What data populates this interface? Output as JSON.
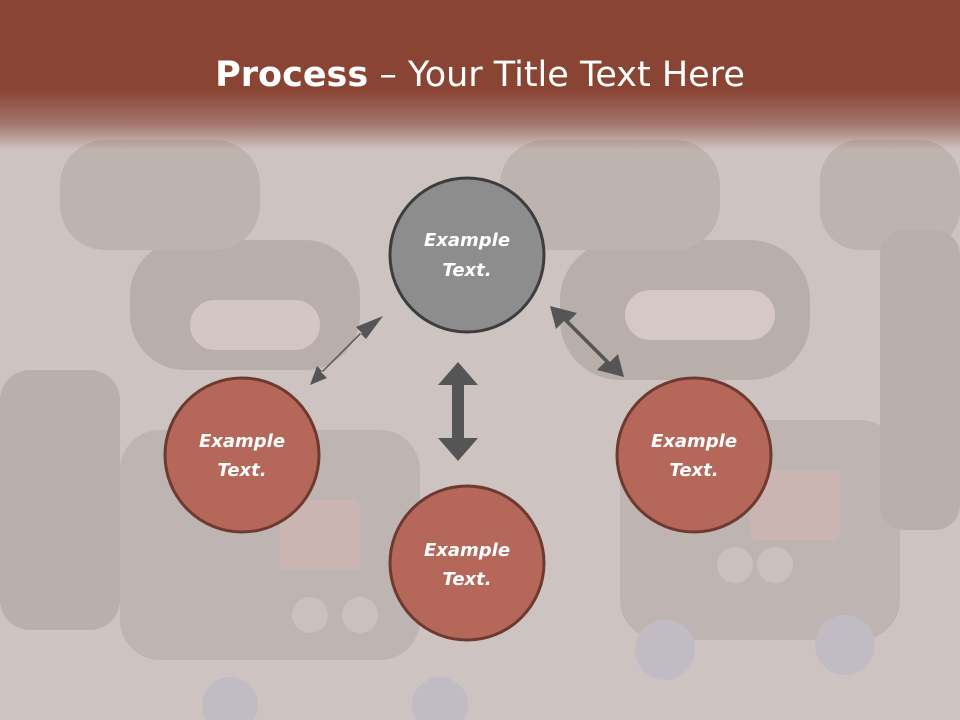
{
  "title": {
    "bold": "Process",
    "rest": " – Your Title Text Here"
  },
  "colors": {
    "title_bar": "#8a4434",
    "node_gray_fill": "#8d8d8d",
    "node_red_fill": "#b5675a",
    "node_border": "#3d3d3d",
    "arrow": "#555555",
    "text": "#ffffff"
  },
  "nodes": [
    {
      "id": "top",
      "line1": "Example",
      "line2": "Text.",
      "style": "gray"
    },
    {
      "id": "left",
      "line1": "Example",
      "line2": "Text.",
      "style": "red"
    },
    {
      "id": "bottom",
      "line1": "Example",
      "line2": "Text.",
      "style": "red"
    },
    {
      "id": "right",
      "line1": "Example",
      "line2": "Text.",
      "style": "red"
    }
  ],
  "connectors": [
    {
      "from": "top",
      "to": "left",
      "icon": "double-arrow-icon"
    },
    {
      "from": "top",
      "to": "bottom",
      "icon": "double-arrow-icon"
    },
    {
      "from": "top",
      "to": "right",
      "icon": "double-arrow-icon"
    }
  ],
  "background": {
    "description_icon": "robots-photo-background"
  }
}
